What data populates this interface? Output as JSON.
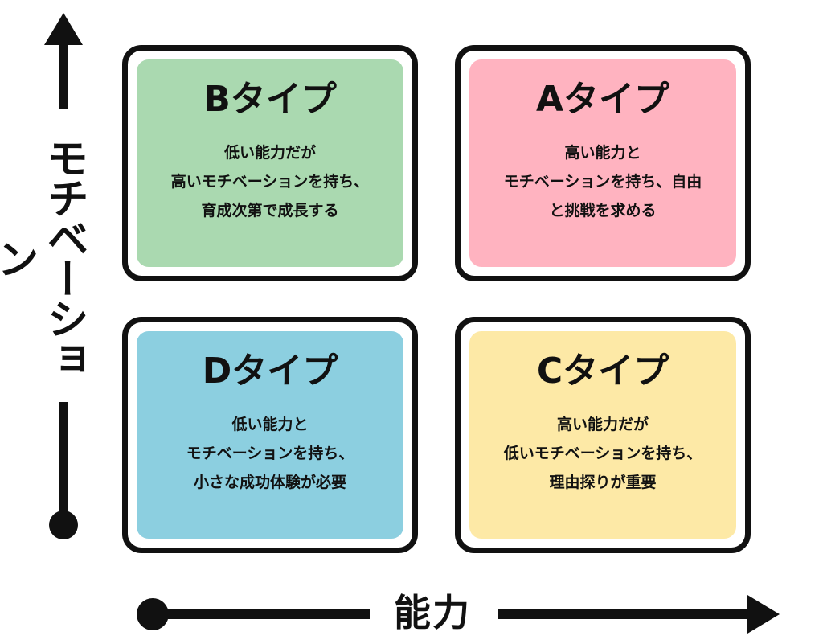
{
  "axes": {
    "y_label": "モチベーション",
    "x_label": "能力"
  },
  "quadrants": {
    "b": {
      "title": "Bタイプ",
      "lines": [
        "低い能力だが",
        "高いモチベーションを持ち、",
        "育成次第で成長する"
      ],
      "color": "#aad9b0"
    },
    "a": {
      "title": "Aタイプ",
      "lines": [
        "高い能力と",
        "モチベーションを持ち、自由",
        "と挑戦を求める"
      ],
      "color": "#ffb3c0"
    },
    "d": {
      "title": "Dタイプ",
      "lines": [
        "低い能力と",
        "モチベーションを持ち、",
        "小さな成功体験が必要"
      ],
      "color": "#8ccfe0"
    },
    "c": {
      "title": "Cタイプ",
      "lines": [
        "高い能力だが",
        "低いモチベーションを持ち、",
        "理由探りが重要"
      ],
      "color": "#fde9a6"
    }
  }
}
